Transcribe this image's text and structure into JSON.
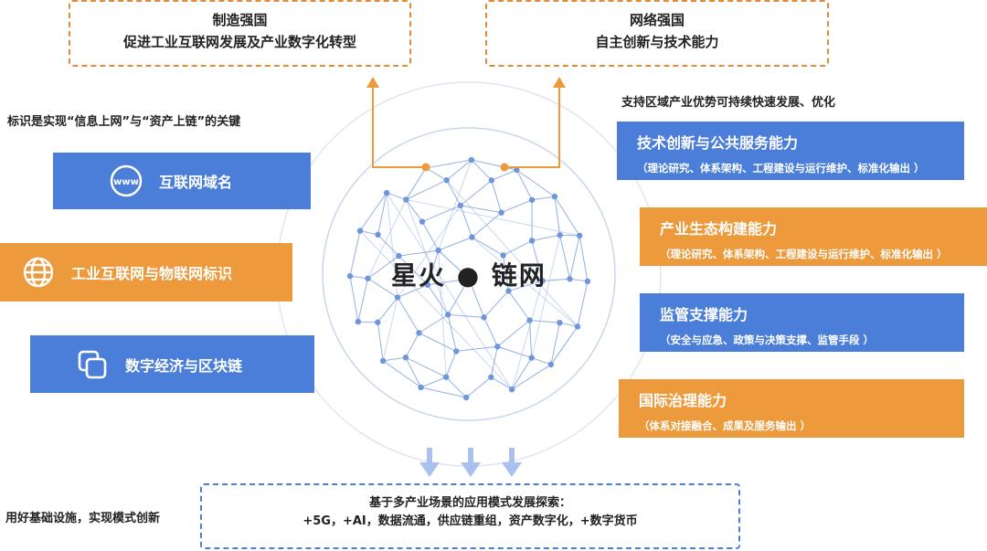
{
  "top_boxes": [
    {
      "line1": "制造强国",
      "line2": "促进工业互联网发展及产业数字化转型"
    },
    {
      "line1": "网络强国",
      "line2": "自主创新与技术能力"
    }
  ],
  "left_caption": "标识是实现“信息上网”与“资产上链”的关键",
  "right_caption": "支持区域产业优势可持续快速发展、优化",
  "bottom_caption": "用好基础设施，实现模式创新",
  "left_items": [
    {
      "label": "互联网域名",
      "icon_text": "www",
      "icon": "www-icon",
      "color": "#4a7ed8"
    },
    {
      "label": "工业互联网与物联网标识",
      "icon": "globe-icon",
      "color": "#ec9a3c"
    },
    {
      "label": "数字经济与区块链",
      "icon": "layers-icon",
      "color": "#4a7ed8"
    }
  ],
  "right_items": [
    {
      "title": "技术创新与公共服务能力",
      "sub": "（理论研究、体系架构、工程建设与运行维护、标准化输出 ）",
      "color": "#4a7ed8"
    },
    {
      "title": "产业生态构建能力",
      "sub": "（理论研究、体系架构、工程建设与运行维护、标准化输出 ）",
      "color": "#ec9a3c"
    },
    {
      "title": "监管支撑能力",
      "sub": "（安全与应急、政策与决策支撑、监管手段 ）",
      "color": "#4a7ed8"
    },
    {
      "title": "国际治理能力",
      "sub": "（体系对接融合、成果及服务输出 ）",
      "color": "#ec9a3c"
    }
  ],
  "center_title": "星火 ● 链网",
  "bottom_box": {
    "line1": "基于多产业场景的应用模式发展探索：",
    "line2": "+5G，+AI，数据流通，供应链重组，资产数字化，+数字货币"
  }
}
